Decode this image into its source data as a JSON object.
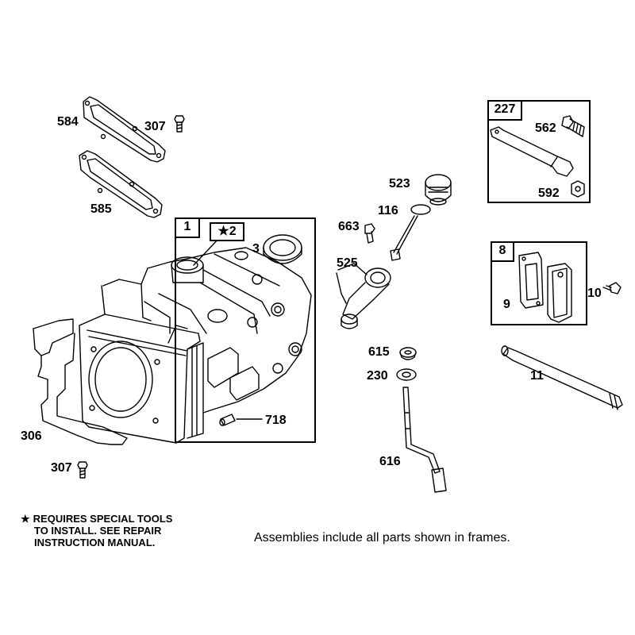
{
  "labels": {
    "p584": "584",
    "p307a": "307",
    "p585": "585",
    "p306": "306",
    "p307b": "307",
    "p1": "1",
    "p2": "2",
    "p3": "3",
    "p718": "718",
    "p523": "523",
    "p116": "116",
    "p663": "663",
    "p525": "525",
    "p615": "615",
    "p230": "230",
    "p616": "616",
    "p227": "227",
    "p562": "562",
    "p592": "592",
    "p8": "8",
    "p9": "9",
    "p10": "10",
    "p11": "11"
  },
  "star_glyph": "★",
  "notes": {
    "special_tools_line1": "REQUIRES SPECIAL TOOLS",
    "special_tools_line2": "TO INSTALL.  SEE REPAIR",
    "special_tools_line3": "INSTRUCTION MANUAL.",
    "assemblies": "Assemblies include all parts shown in frames."
  }
}
